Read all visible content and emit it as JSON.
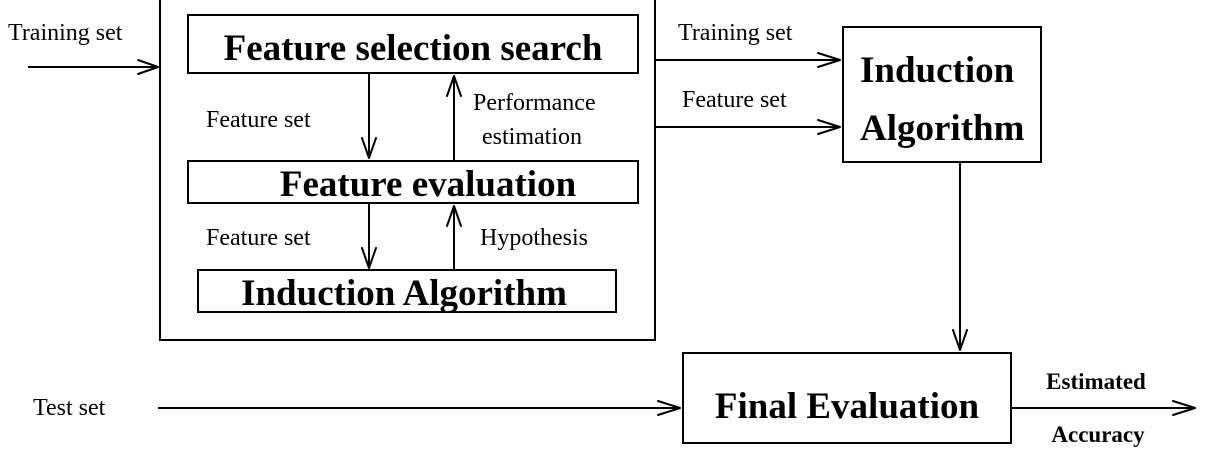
{
  "wrapper": {
    "search_label": "Feature selection search",
    "evaluation_label": "Feature evaluation",
    "inner_induction_label": "Induction Algorithm",
    "input_label": "Training set",
    "feature_set_down_1": "Feature set",
    "performance_line1": "Performance",
    "performance_line2": "estimation",
    "feature_set_down_2": "Feature set",
    "hypothesis": "Hypothesis"
  },
  "outputs": {
    "training_set": "Training set",
    "feature_set": "Feature set"
  },
  "induction": {
    "line1": "Induction",
    "line2": "Algorithm"
  },
  "final": {
    "test_set": "Test set",
    "label": "Final Evaluation",
    "estimated": "Estimated",
    "accuracy": "Accuracy"
  }
}
